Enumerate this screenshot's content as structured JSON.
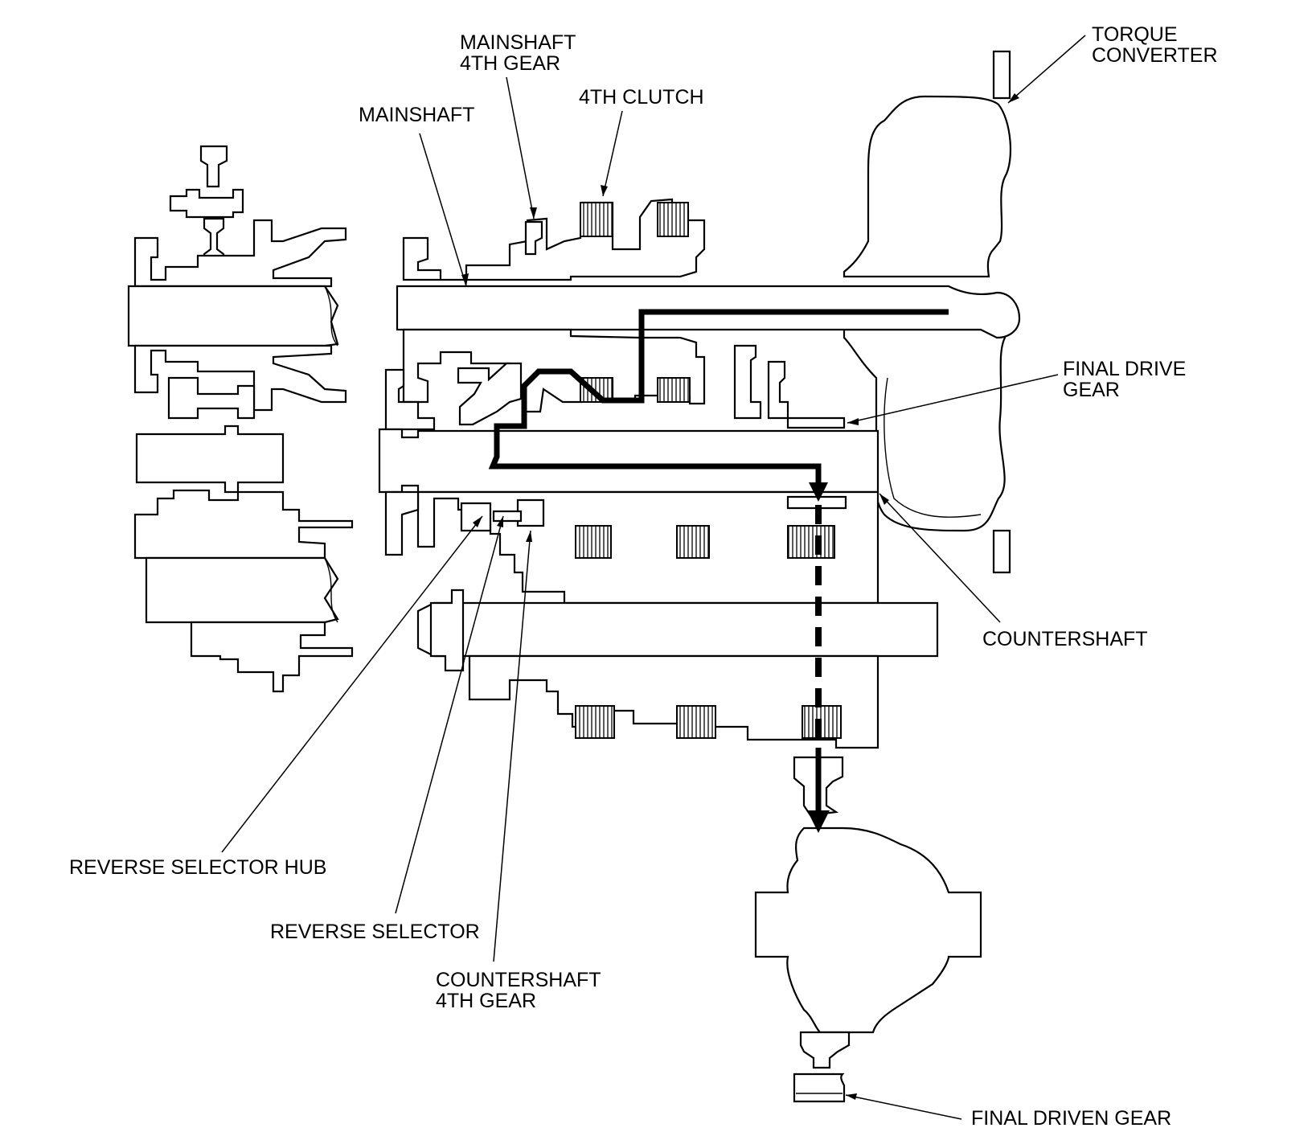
{
  "labels": {
    "mainshaft_4th_gear": "MAINSHAFT\n4TH GEAR",
    "fourth_clutch": "4TH CLUTCH",
    "mainshaft": "MAINSHAFT",
    "torque_converter": "TORQUE\nCONVERTER",
    "final_drive_gear": "FINAL DRIVE\nGEAR",
    "countershaft": "COUNTERSHAFT",
    "reverse_selector_hub": "REVERSE SELECTOR HUB",
    "reverse_selector": "REVERSE SELECTOR",
    "countershaft_4th_gear": "COUNTERSHAFT\n4TH GEAR",
    "final_driven_gear": "FINAL DRIVEN GEAR"
  },
  "colors": {
    "line": "#000000",
    "background": "#ffffff"
  }
}
